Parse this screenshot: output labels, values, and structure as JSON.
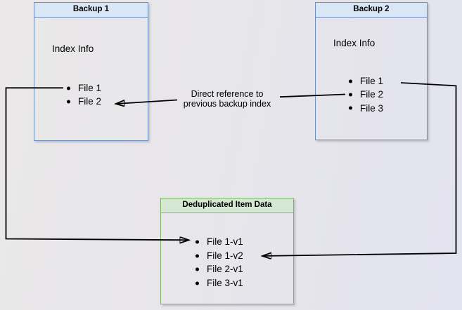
{
  "diagram": {
    "backup1": {
      "title": "Backup 1",
      "index_label": "Index Info",
      "files": [
        "File 1",
        "File 2"
      ]
    },
    "backup2": {
      "title": "Backup 2",
      "index_label": "Index Info",
      "files": [
        "File 1",
        "File 2",
        "File 3"
      ]
    },
    "dedup": {
      "title": "Deduplicated Item Data",
      "items": [
        "File 1-v1",
        "File 1-v2",
        "File 2-v1",
        "File 3-v1"
      ]
    },
    "annotation": {
      "line1": "Direct reference to",
      "line2": "previous backup index"
    },
    "colors": {
      "blue_fill": "#d9e6f6",
      "blue_border": "#6c8ebf",
      "green_fill": "#d5e8d4",
      "green_border": "#82b366",
      "arrow": "#000000",
      "background_left": "#eae8e8",
      "background_right": "#e3e3f0"
    }
  }
}
